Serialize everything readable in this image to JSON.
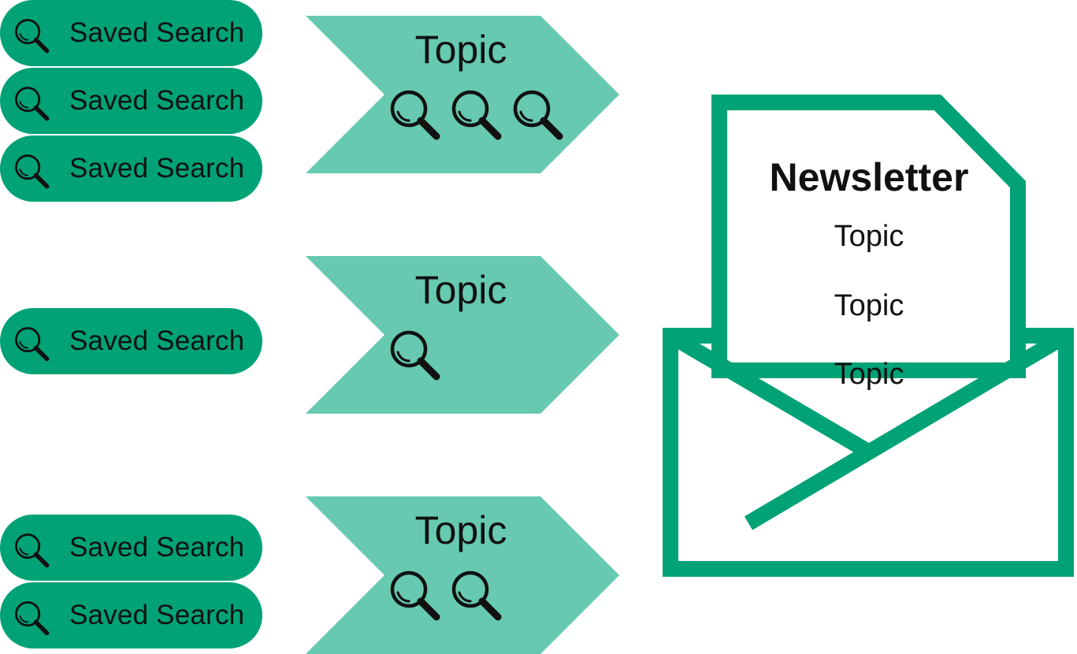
{
  "colors": {
    "pill_bg": "#00a276",
    "topic_bg": "#66c9b0",
    "envelope_stroke": "#00a276",
    "text": "#111111"
  },
  "saved_search_label": "Saved Search",
  "topics": [
    {
      "label": "Topic",
      "search_count": 3
    },
    {
      "label": "Topic",
      "search_count": 1
    },
    {
      "label": "Topic",
      "search_count": 2
    }
  ],
  "newsletter": {
    "title": "Newsletter",
    "topics": [
      "Topic",
      "Topic",
      "Topic"
    ]
  },
  "icons": {
    "saved_search": "magnifier-icon",
    "topic_search": "magnifier-icon"
  }
}
